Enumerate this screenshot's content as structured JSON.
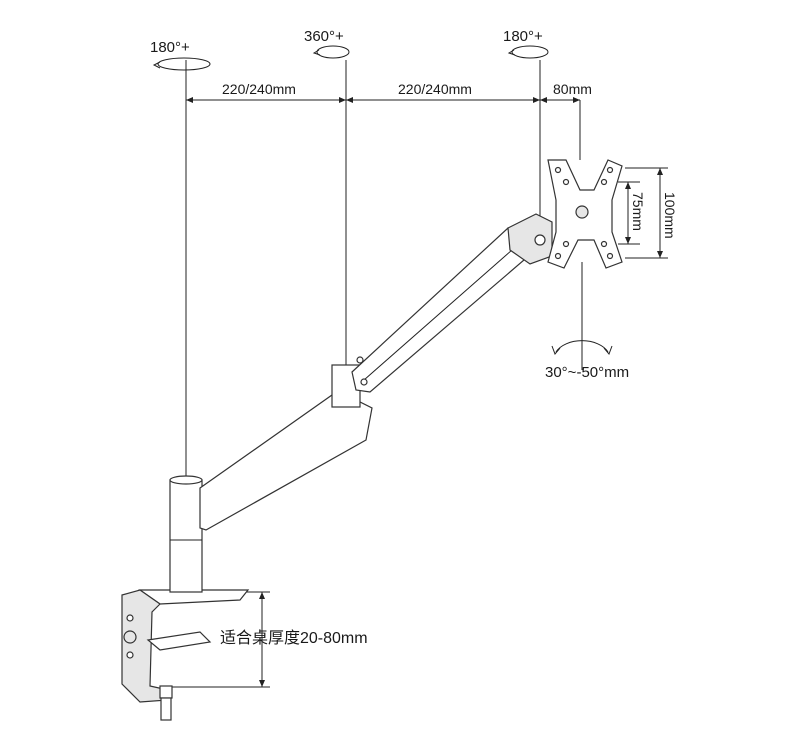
{
  "rotations": {
    "base": "180°+",
    "elbow": "360°+",
    "head": "180°+"
  },
  "dimensions": {
    "arm1": "220/240mm",
    "arm2": "220/240mm",
    "head_offset": "80mm",
    "vesa_small": "75mm",
    "vesa_large": "100mm",
    "tilt": "30°~-50°mm",
    "desk": "适合桌厚度20-80mm"
  }
}
